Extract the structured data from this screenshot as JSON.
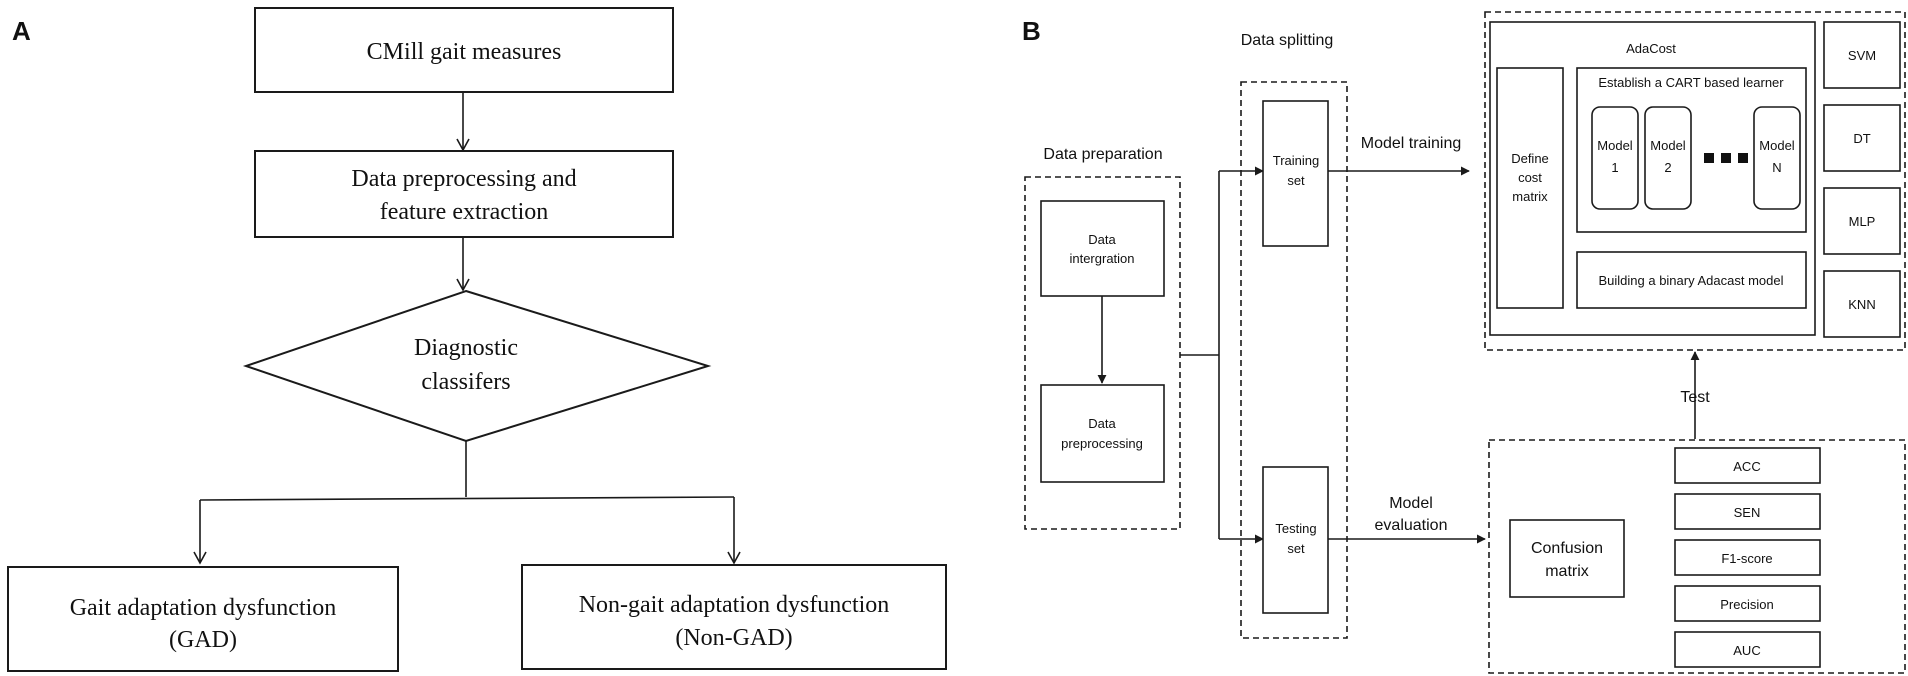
{
  "panel_a": {
    "label": "A",
    "cmill": "CMill gait measures",
    "preprocess_line1": "Data preprocessing and",
    "preprocess_line2": "feature extraction",
    "diag_line1": "Diagnostic",
    "diag_line2": "classifers",
    "gad_line1": "Gait adaptation dysfunction",
    "gad_line2": "(GAD)",
    "nongad_line1": "Non-gait adaptation dysfunction",
    "nongad_line2": "(Non-GAD)"
  },
  "panel_b": {
    "label": "B",
    "data_preparation": "Data preparation",
    "data_integration_line1": "Data",
    "data_integration_line2": "intergration",
    "data_preprocessing_line1": "Data",
    "data_preprocessing_line2": "preprocessing",
    "data_splitting": "Data splitting",
    "training_line1": "Training",
    "training_line2": "set",
    "testing_line1": "Testing",
    "testing_line2": "set",
    "model_training": "Model training",
    "model_eval_line1": "Model",
    "model_eval_line2": "evaluation",
    "adacost": "AdaCost",
    "define_line1": "Define",
    "define_line2": "cost",
    "define_line3": "matrix",
    "cart": "Establish a CART based learner",
    "model1_line1": "Model",
    "model1_line2": "1",
    "model2_line1": "Model",
    "model2_line2": "2",
    "modeln_line1": "Model",
    "modeln_line2": "N",
    "binary": "Building a binary Adacast model",
    "classifiers": [
      "SVM",
      "DT",
      "MLP",
      "KNN"
    ],
    "test": "Test",
    "confusion_line1": "Confusion",
    "confusion_line2": "matrix",
    "metrics": [
      "ACC",
      "SEN",
      "F1-score",
      "Precision",
      "AUC"
    ]
  }
}
